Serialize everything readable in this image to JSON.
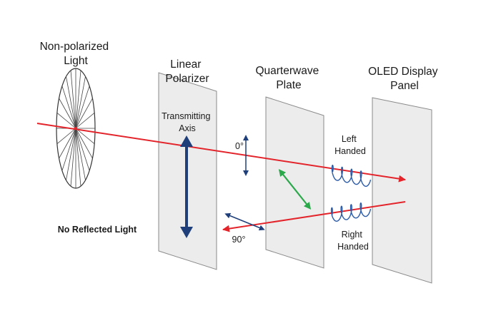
{
  "labels": {
    "source": [
      "Non-polarized",
      "Light"
    ],
    "polarizer": [
      "Linear",
      "Polarizer"
    ],
    "waveplate": [
      "Quarterwave",
      "Plate"
    ],
    "panel": [
      "OLED Display",
      "Panel"
    ],
    "transmitting_axis": [
      "Transmitting",
      "Axis"
    ],
    "angle_in": "0°",
    "angle_out": "90°",
    "left_handed": [
      "Left",
      "Handed"
    ],
    "right_handed": [
      "Right",
      "Handed"
    ],
    "no_reflection": "No Reflected Light"
  },
  "colors": {
    "beam": "#e3242b",
    "polarization": "#1f3f7a",
    "diagonal": "#2aa84a",
    "plate_fill": "#ececec",
    "plate_stroke": "#8a8a8a",
    "helix": "#2a5aa8"
  }
}
